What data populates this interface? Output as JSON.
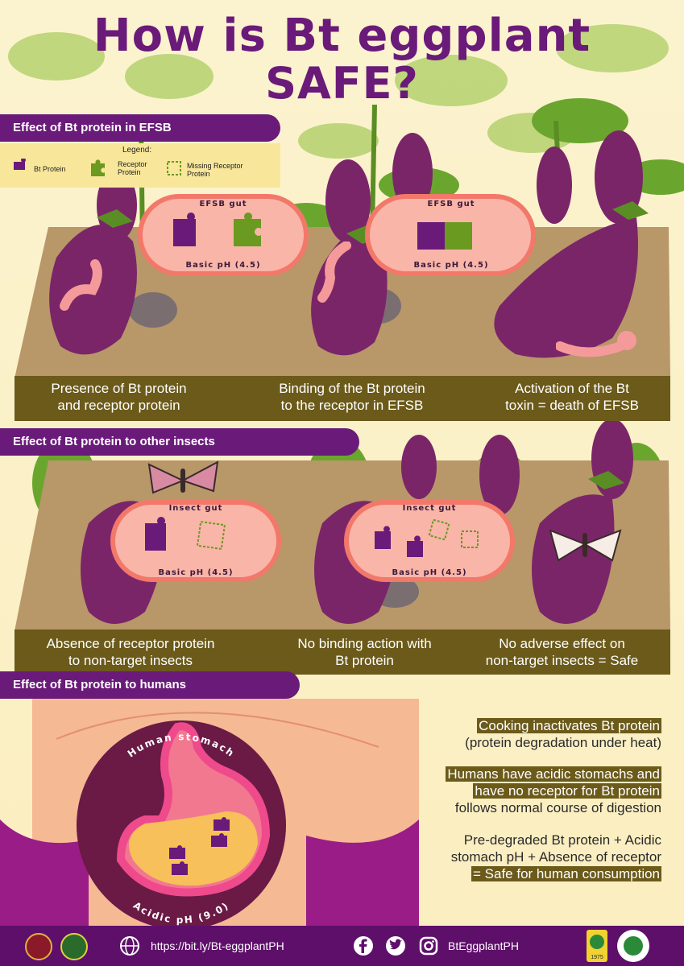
{
  "title": {
    "line1": "How is Bt eggplant",
    "line2": "SAFE?"
  },
  "sections": {
    "efsb": "Effect of Bt protein in EFSB",
    "insects": "Effect of Bt protein to other insects",
    "humans": "Effect of Bt protein to humans"
  },
  "legend": {
    "title": "Legend:",
    "bt": "Bt Protein",
    "receptor": [
      "Receptor",
      "Protein"
    ],
    "missing": [
      "Missing Receptor",
      "Protein"
    ]
  },
  "efsb_panels": {
    "gut_label": "EFSB gut",
    "ph_label": "Basic pH (4.5)",
    "captions": [
      [
        "Presence of Bt protein",
        "and receptor protein"
      ],
      [
        "Binding of the Bt protein",
        "to the receptor in EFSB"
      ],
      [
        "Activation of the Bt",
        "toxin = death of EFSB"
      ]
    ]
  },
  "insect_panels": {
    "gut_label": "Insect gut",
    "ph_label": "Basic pH (4.5)",
    "captions": [
      [
        "Absence of receptor protein",
        "to non-target insects"
      ],
      [
        "No binding action with",
        "Bt protein"
      ],
      [
        "No adverse effect on",
        "non-target insects = Safe"
      ]
    ]
  },
  "human": {
    "stomach_label": "Human stomach",
    "ph_label": "Acidic pH (9.0)",
    "points": [
      {
        "highlight": "Cooking inactivates Bt protein",
        "rest": "(protein degradation under heat)"
      },
      {
        "highlight": [
          "Humans have acidic stomachs and",
          "have no receptor for Bt protein"
        ],
        "rest": "follows normal course of digestion"
      },
      {
        "plain": [
          "Pre-degraded Bt protein + Acidic",
          "stomach pH + Absence of receptor"
        ],
        "highlight": "= Safe for human consumption"
      }
    ]
  },
  "footer": {
    "url": "https://bit.ly/Bt-eggplantPH",
    "handle": "BtEggplantPH",
    "year": "1975"
  },
  "colors": {
    "purple": "#6a1a79",
    "eggplant": "#7b2569",
    "green": "#6a9a1f",
    "olive": "#6b5a1a",
    "coral": "#f2786a"
  }
}
